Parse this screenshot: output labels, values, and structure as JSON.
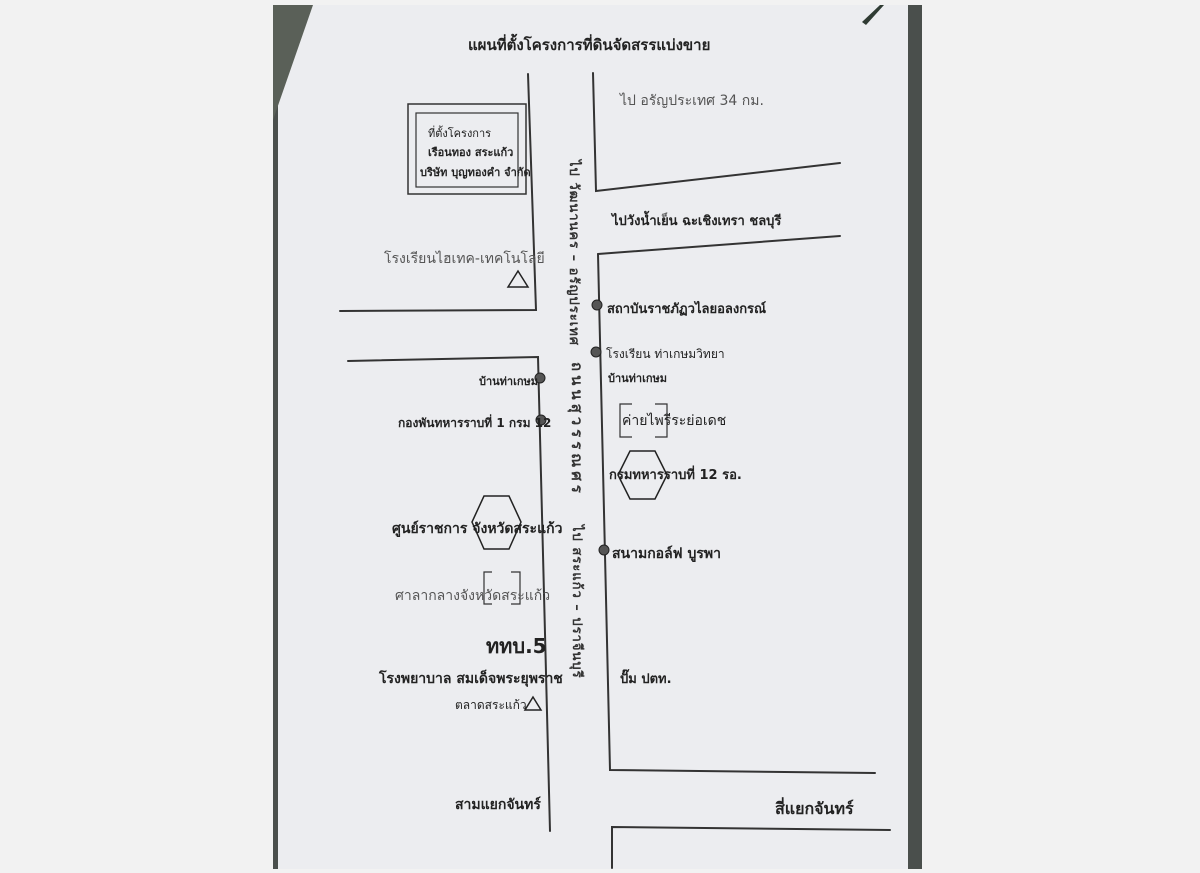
{
  "title": "แผนที่ตั้งโครงการที่ดินจัดสรรแบ่งขาย",
  "project_box": {
    "line1": "ที่ตั้งโครงการ",
    "line2": "เรือนทอง สระแก้ว",
    "line3": "บริษัท บุญทองคำ จำกัด"
  },
  "roads": {
    "top_right": "ไป อรัญประเทศ 34 กม.",
    "vertical_upper": "ไป วัฒนานคร – อรัญประเทศ",
    "cross_right": "ไปวังน้ำเย็น ฉะเชิงเทรา ชลบุรี",
    "main_road": "ถนนสุวรรณศร",
    "vertical_lower": "ไป สระแก้ว – ปราจีนบุรี"
  },
  "landmarks": {
    "school_hitech": "โรงเรียนไฮเทค-เทคโนโลยี",
    "rajabhat": "สถาบันราชภัฏวไลยอลงกรณ์",
    "school_tha_kasem": "โรงเรียน ท่าเกษมวิทยา",
    "ban_tha_kasem_left": "บ้านท่าเกษม",
    "ban_tha_kasem_right": "บ้านท่าเกษม",
    "camp": "ค่ายไพรีระย่อเดช",
    "battalion": "กองพันทหารราบที่ 1 กรม 12",
    "regiment": "กรมทหารราบที่ 12 รอ.",
    "govt_center": "ศูนย์ราชการ จังหวัดสระแก้ว",
    "golf": "สนามกอล์ฟ บูรพา",
    "city_hall": "ศาลากลางจังหวัดสระแก้ว",
    "highway_office": "ททบ.5",
    "hospital": "โรงพยาบาล สมเด็จพระยุพราช",
    "gas_station": "ปั๊ม ปตท.",
    "market": "ตลาดสระแก้ว",
    "three_way": "สามแยกจันทร์",
    "four_way": "สี่แยกจันทร์"
  }
}
